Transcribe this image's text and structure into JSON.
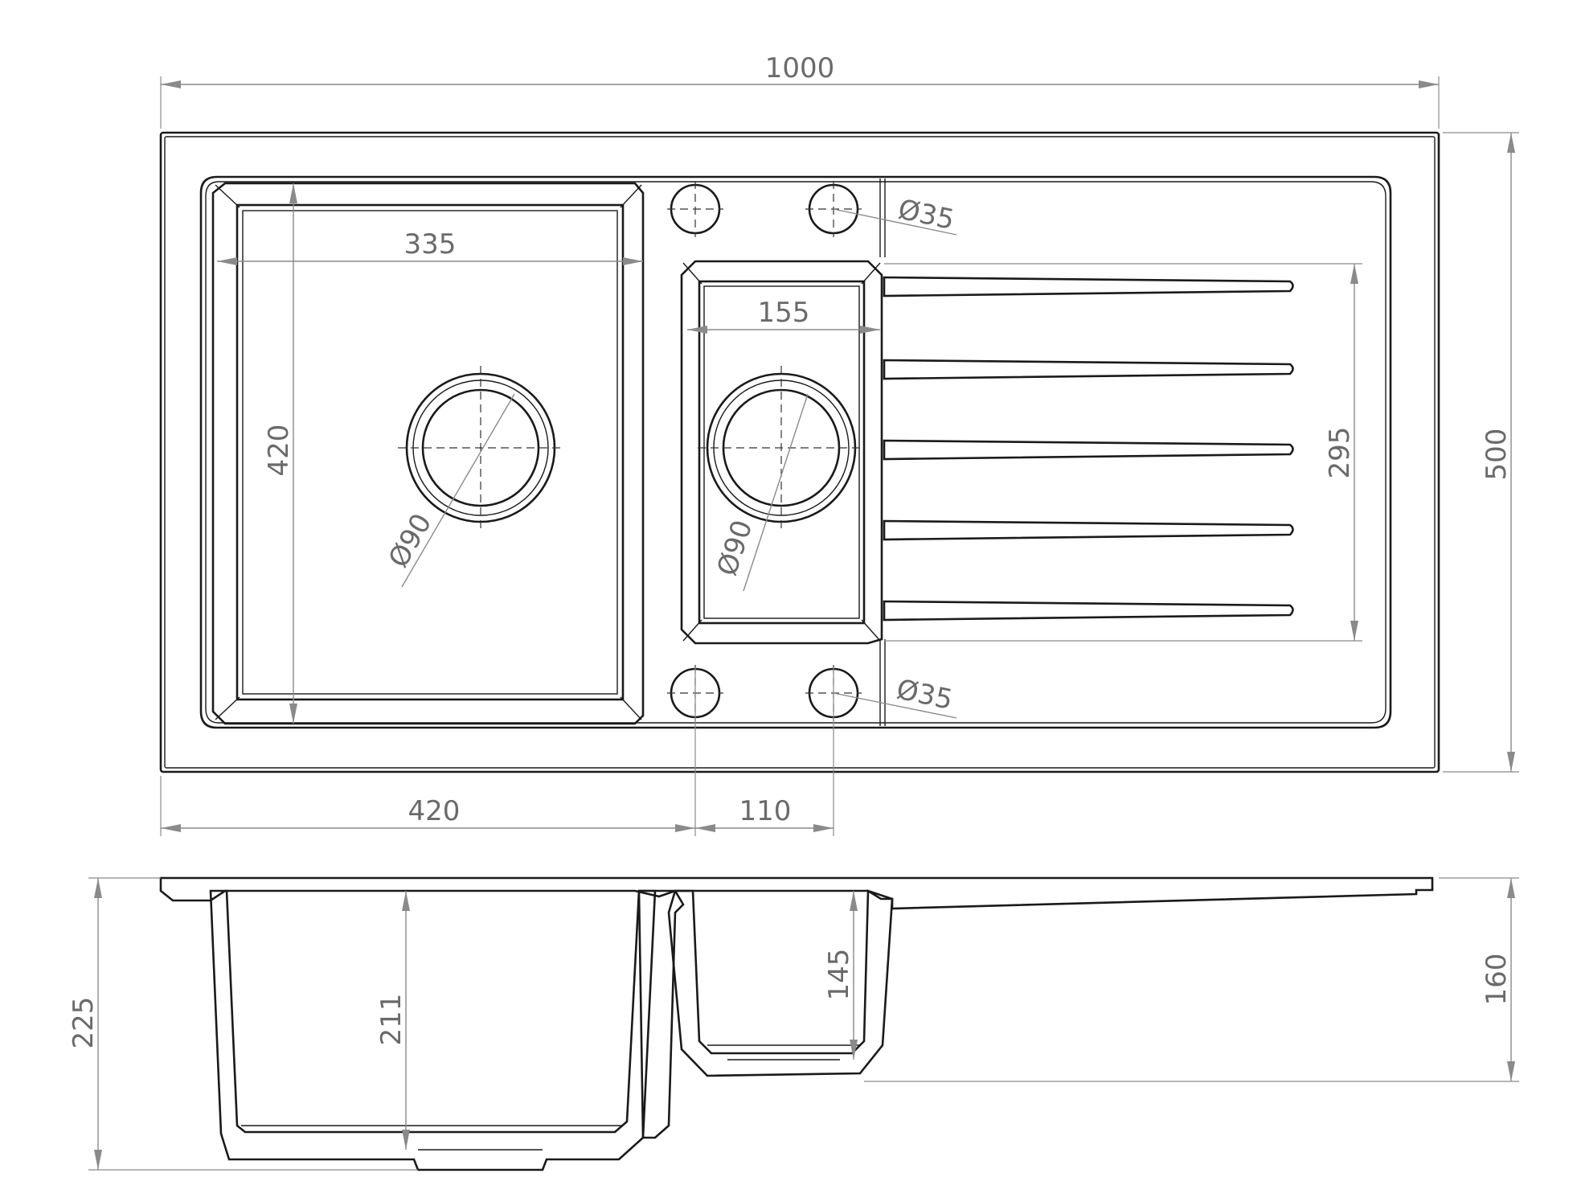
{
  "drawing": {
    "dimensions": {
      "overall_width": "1000",
      "overall_depth": "500",
      "main_bowl_width": "335",
      "main_bowl_length": "420",
      "small_bowl_width": "155",
      "drainer_length": "295",
      "drain_main": "Ø90",
      "drain_small": "Ø90",
      "tap_hole_top": "Ø35",
      "tap_hole_bottom": "Ø35",
      "offset_420": "420",
      "offset_110": "110",
      "total_height": "225",
      "main_bowl_depth": "211",
      "small_bowl_depth": "145",
      "drainer_height": "160"
    }
  }
}
